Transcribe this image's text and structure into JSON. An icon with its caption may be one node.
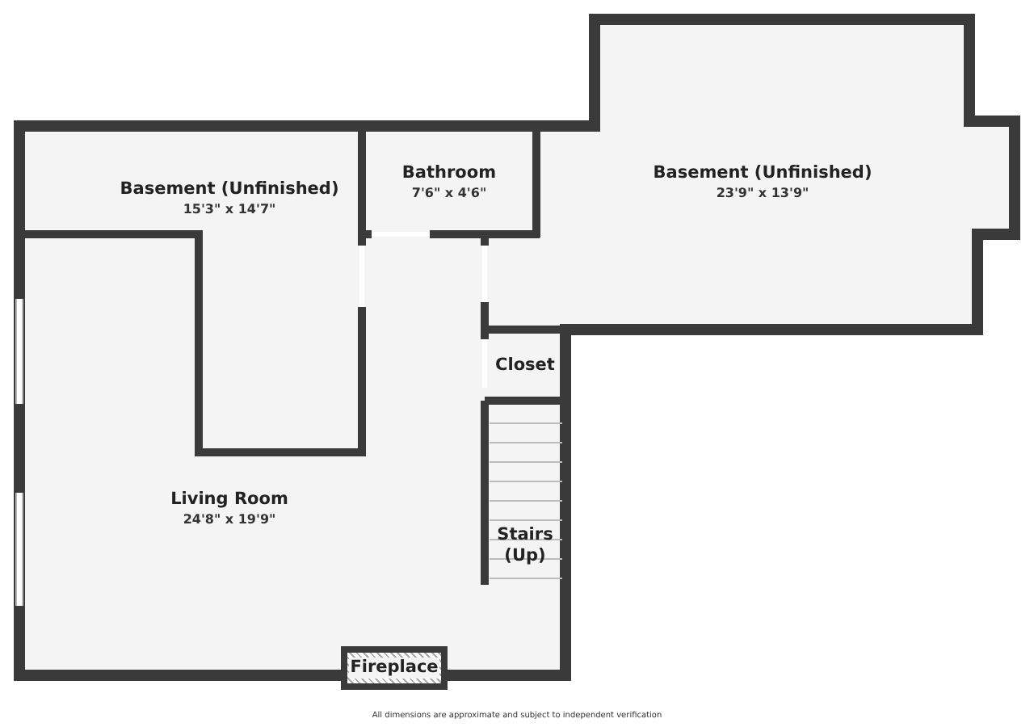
{
  "diagram": {
    "nodes": [
      {
        "text": [
          "Basement (Unfinished)",
          "15'3\" x 14'7\""
        ]
      },
      {
        "text": [
          "Bathroom",
          "7'6\" x 4'6\""
        ]
      },
      {
        "text": [
          "Basement (Unfinished)",
          "23'9\" x 13'9\""
        ]
      },
      {
        "text": [
          "Closet"
        ]
      },
      {
        "text": [
          "Living Room",
          "24'8\" x 19'9\""
        ]
      },
      {
        "text": [
          "Stairs (Up)"
        ]
      },
      {
        "text": [
          "Fireplace"
        ]
      }
    ],
    "labels": [
      "All dimensions are approximate and subject to independent verification"
    ]
  }
}
